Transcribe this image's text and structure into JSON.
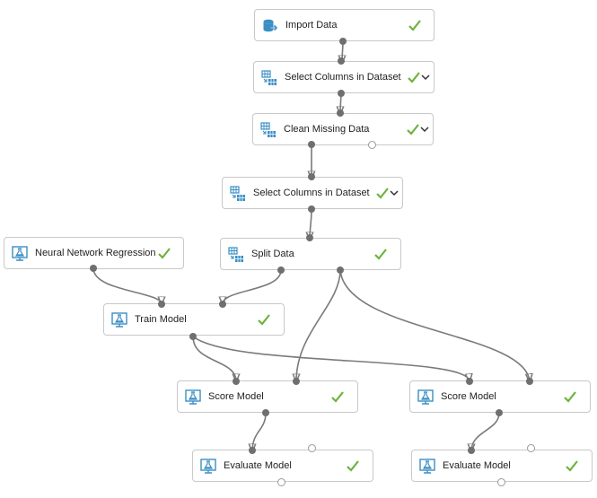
{
  "status": {
    "check_color": "#6cb33e",
    "icon_color": "#3b8fc4"
  },
  "nodes": {
    "import_data": {
      "label": "Import Data",
      "icon": "database-icon"
    },
    "select_columns_1": {
      "label": "Select Columns in Dataset",
      "icon": "table-transform-icon"
    },
    "clean_missing": {
      "label": "Clean Missing Data",
      "icon": "table-transform-icon"
    },
    "select_columns_2": {
      "label": "Select Columns in Dataset",
      "icon": "table-transform-icon"
    },
    "neural_network": {
      "label": "Neural Network Regression",
      "icon": "flask-monitor-icon"
    },
    "split_data": {
      "label": "Split Data",
      "icon": "table-transform-icon"
    },
    "train_model": {
      "label": "Train Model",
      "icon": "flask-monitor-icon"
    },
    "score_model_1": {
      "label": "Score Model",
      "icon": "flask-monitor-icon"
    },
    "score_model_2": {
      "label": "Score Model",
      "icon": "flask-monitor-icon"
    },
    "evaluate_model_1": {
      "label": "Evaluate Model",
      "icon": "flask-monitor-icon"
    },
    "evaluate_model_2": {
      "label": "Evaluate Model",
      "icon": "flask-monitor-icon"
    }
  }
}
